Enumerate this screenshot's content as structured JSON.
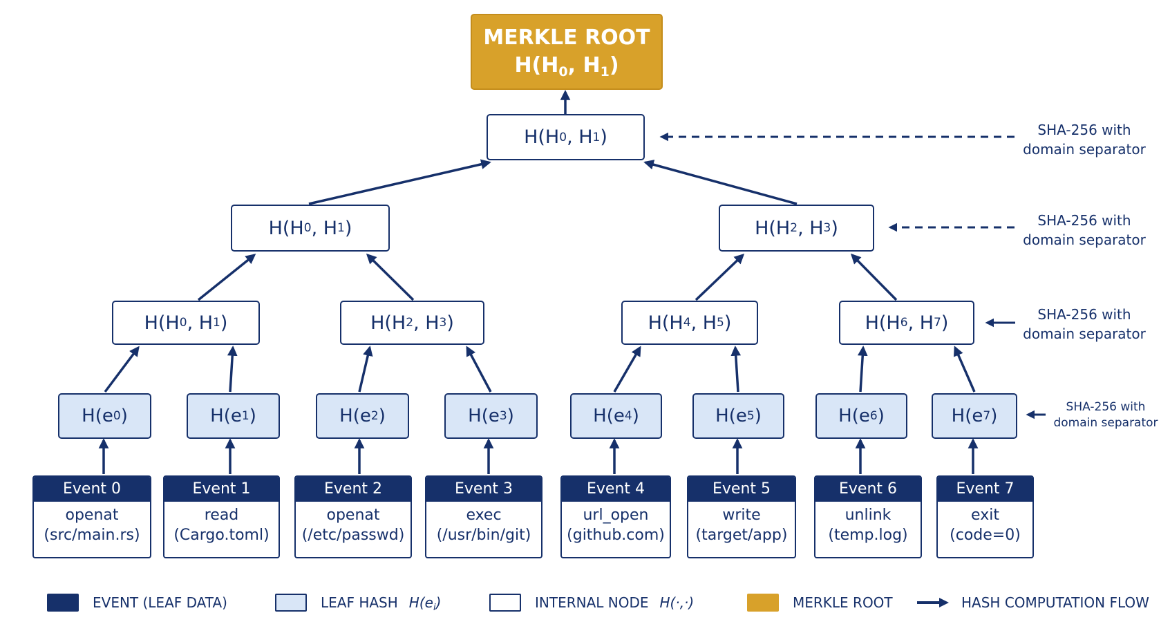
{
  "root": {
    "title": "MERKLE ROOT",
    "formula": "H(H",
    "i1": "0",
    "mid": ", H",
    "i2": "1",
    "end": ")"
  },
  "level1": [
    {
      "pre": "H(H",
      "a": "0",
      "mid": ", H",
      "b": "1",
      "post": ")"
    }
  ],
  "level2": [
    {
      "pre": "H(H",
      "a": "0",
      "mid": ", H",
      "b": "1",
      "post": ")"
    },
    {
      "pre": "H(H",
      "a": "2",
      "mid": ", H",
      "b": "3",
      "post": ")"
    }
  ],
  "level3": [
    {
      "pre": "H(H",
      "a": "0",
      "mid": ", H",
      "b": "1",
      "post": ")"
    },
    {
      "pre": "H(H",
      "a": "2",
      "mid": ", H",
      "b": "3",
      "post": ")"
    },
    {
      "pre": "H(H",
      "a": "4",
      "mid": ", H",
      "b": "5",
      "post": ")"
    },
    {
      "pre": "H(H",
      "a": "6",
      "mid": ", H",
      "b": "7",
      "post": ")"
    }
  ],
  "leaves": [
    {
      "pre": "H(e",
      "i": "0",
      "post": ")"
    },
    {
      "pre": "H(e",
      "i": "1",
      "post": ")"
    },
    {
      "pre": "H(e",
      "i": "2",
      "post": ")"
    },
    {
      "pre": "H(e",
      "i": "3",
      "post": ")"
    },
    {
      "pre": "H(e",
      "i": "4",
      "post": ")"
    },
    {
      "pre": "H(e",
      "i": "5",
      "post": ")"
    },
    {
      "pre": "H(e",
      "i": "6",
      "post": ")"
    },
    {
      "pre": "H(e",
      "i": "7",
      "post": ")"
    }
  ],
  "events": [
    {
      "label": "Event 0",
      "op": "openat",
      "arg": "(src/main.rs)"
    },
    {
      "label": "Event 1",
      "op": "read",
      "arg": "(Cargo.toml)"
    },
    {
      "label": "Event 2",
      "op": "openat",
      "arg": "(/etc/passwd)"
    },
    {
      "label": "Event 3",
      "op": "exec",
      "arg": "(/usr/bin/git)"
    },
    {
      "label": "Event 4",
      "op": "url_open",
      "arg": "(github.com)"
    },
    {
      "label": "Event 5",
      "op": "write",
      "arg": "(target/app)"
    },
    {
      "label": "Event 6",
      "op": "unlink",
      "arg": "(temp.log)"
    },
    {
      "label": "Event 7",
      "op": "exit",
      "arg": "(code=0)"
    }
  ],
  "annotations": [
    {
      "line1": "SHA-256 with",
      "line2": "domain separator"
    },
    {
      "line1": "SHA-256 with",
      "line2": "domain separator"
    },
    {
      "line1": "SHA-256 with",
      "line2": "domain separator"
    },
    {
      "line1": "SHA-256 with",
      "line2": "domain separator"
    }
  ],
  "legend": {
    "event": "EVENT (LEAF DATA)",
    "leaf": "LEAF HASH",
    "leaf_fx_pre": "H(e",
    "leaf_fx_sub": "i",
    "leaf_fx_post": ")",
    "internal": "INTERNAL NODE",
    "internal_fx": "H(·,·)",
    "root": "MERKLE ROOT",
    "flow": "HASH COMPUTATION FLOW"
  },
  "colors": {
    "navy": "#16306a",
    "leaf_fill": "#d9e6f7",
    "root_fill": "#d8a12a",
    "white": "#ffffff"
  }
}
